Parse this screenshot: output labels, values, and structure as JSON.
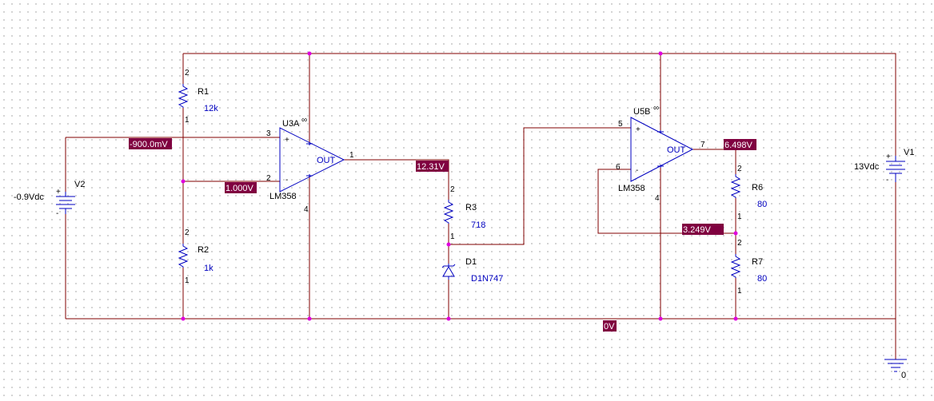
{
  "schematic": {
    "sources": {
      "v1": {
        "ref": "V1",
        "value": "13Vdc"
      },
      "v2": {
        "ref": "V2",
        "value": "-0.9Vdc"
      }
    },
    "resistors": {
      "r1": {
        "ref": "R1",
        "value": "12k",
        "pin_top": "2",
        "pin_bottom": "1"
      },
      "r2": {
        "ref": "R2",
        "value": "1k",
        "pin_top": "2",
        "pin_bottom": "1"
      },
      "r3": {
        "ref": "R3",
        "value": "718",
        "pin_top": "2",
        "pin_bottom": "1"
      },
      "r6": {
        "ref": "R6",
        "value": "80",
        "pin_top": "2",
        "pin_bottom": "1"
      },
      "r7": {
        "ref": "R7",
        "value": "80",
        "pin_top": "2",
        "pin_bottom": "1"
      }
    },
    "diode": {
      "ref": "D1",
      "value": "D1N747"
    },
    "opamps": {
      "u3a": {
        "ref": "U3A",
        "model": "LM358",
        "out": "OUT",
        "pin_plus": "3",
        "pin_minus": "2",
        "pin_out": "1",
        "pin_vneg": "4",
        "plus_sign": "+",
        "minus_sign": "-"
      },
      "u5b": {
        "ref": "U5B",
        "model": "LM358",
        "out": "OUT",
        "pin_plus": "5",
        "pin_minus": "6",
        "pin_out": "7",
        "pin_vneg": "4",
        "plus_sign": "+",
        "minus_sign": "-"
      }
    },
    "ground": {
      "label": "0"
    },
    "voltage_tags": {
      "v_minus900": "-900.0mV",
      "v_1000": "1.000V",
      "v_1231": "12.31V",
      "v_6498": "6.498V",
      "v_3249": "3.249V",
      "v_0": "0V"
    },
    "colors": {
      "wire": "#800000",
      "part": "#0000c0",
      "tag_bg": "#800040",
      "junction": "#e000e0"
    }
  }
}
